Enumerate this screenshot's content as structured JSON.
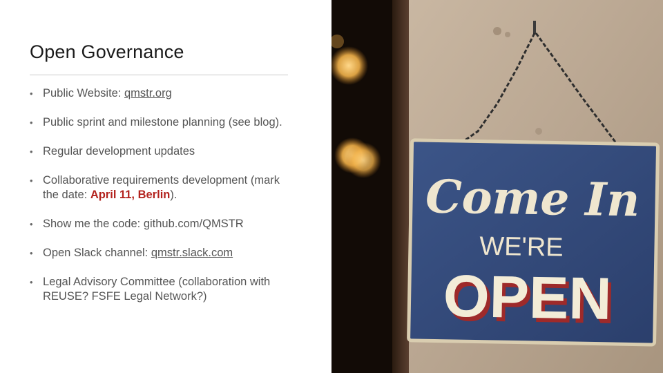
{
  "slide": {
    "title": "Open Governance",
    "bullets": [
      {
        "text": "Public Website: ",
        "link": "qmstr.org"
      },
      {
        "text": "Public sprint and milestone planning (see blog)."
      },
      {
        "text": "Regular development updates"
      },
      {
        "text": "Collaborative requirements development (mark the date: ",
        "highlight": "April 11, Berlin",
        "after": ")."
      },
      {
        "text": "Show me the code: github.com/QMSTR"
      },
      {
        "text": "Open Slack channel: ",
        "link": "qmstr.slack.com"
      },
      {
        "text": "Legal Advisory Committee (collaboration with REUSE? FSFE Legal Network?)"
      }
    ],
    "bullet_glyph": "•",
    "highlight_color": "#b3221d"
  },
  "photo": {
    "sign_script": "Come In",
    "sign_line2": "WE'RE",
    "sign_line3": "OPEN"
  }
}
